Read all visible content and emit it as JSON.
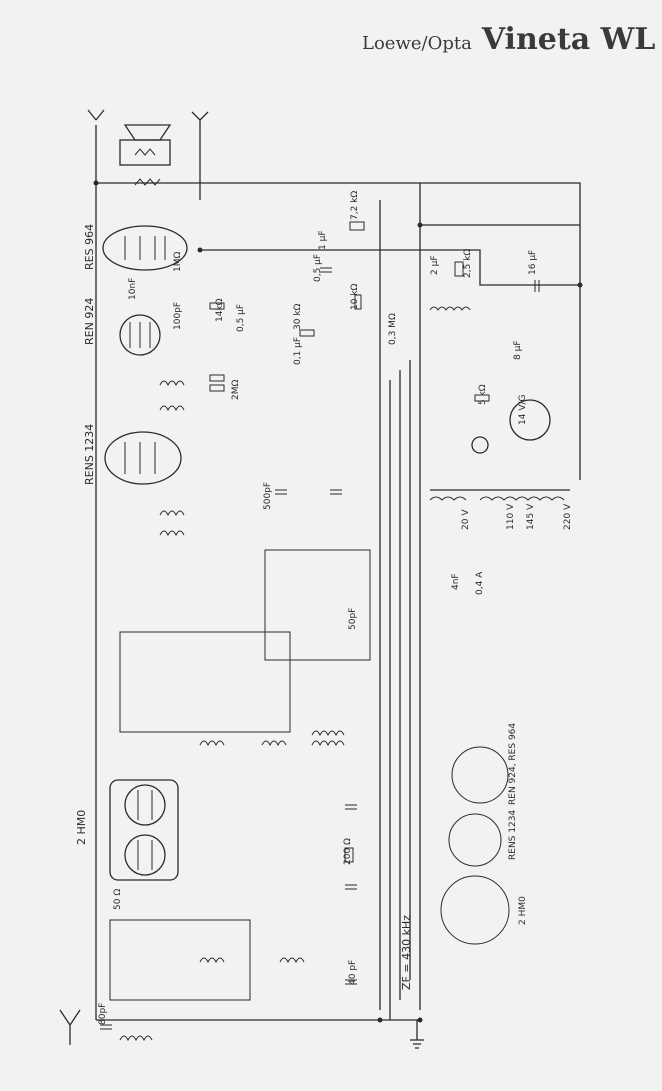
{
  "header": {
    "maker": "Loewe/Opta",
    "model": "Vineta WL"
  },
  "tubes": {
    "tube1": "RES 964",
    "tube2": "REN 924",
    "tube3": "RENS 1234",
    "tube4": "2 HM0"
  },
  "resistors": {
    "r_7k2": "7,2 kΩ",
    "r_1mohm": "1MΩ",
    "r_14k": "14kΩ",
    "r_30k": "30 kΩ",
    "r_25k": "2,5 kΩ",
    "r_10k": "10 kΩ",
    "r_50": "50 Ω",
    "r_200": "200 Ω",
    "r_5k": "5 kΩ",
    "r_2mohm": "2MΩ",
    "r_20mohm": "0,3 MΩ"
  },
  "capacitors": {
    "c_1uf": "1 µF",
    "c_05uf_a": "0,5 µF",
    "c_2uf": "2 µF",
    "c_16uf": "16 µF",
    "c_10nf": "10nF",
    "c_100pf": "100pF",
    "c_05uf_b": "0,5 µF",
    "c_01uf": "0,1 µF",
    "c_8uf": "8 µF",
    "c_500pf": "500pF",
    "c_50pf": "50pF",
    "c_80pf": "80pF",
    "c_40pf": "40 pF",
    "c_4nf": "4nF"
  },
  "voltages": {
    "v20": "20 V",
    "v110": "110 V",
    "v145": "145 V",
    "v220": "220 V"
  },
  "misc": {
    "fuse": "0,4 A",
    "if_freq": "ZF = 430 kHz",
    "lamp": "14 V/G",
    "sockets": [
      "REN 924, RES 964",
      "RENS 1234",
      "2 HM0"
    ]
  }
}
